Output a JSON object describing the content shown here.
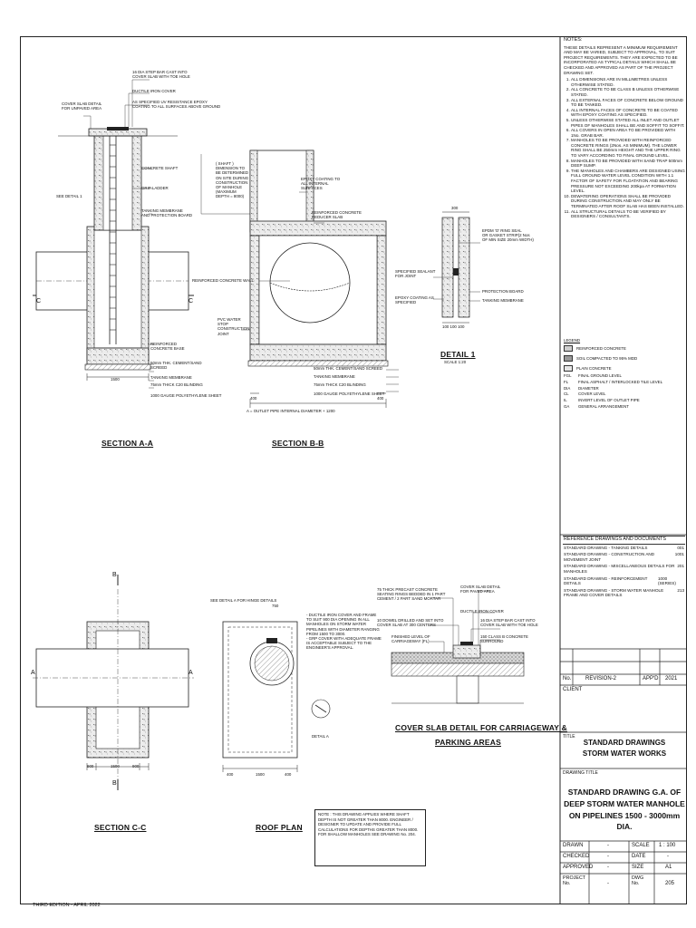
{
  "notes": {
    "header": "NOTES:",
    "intro": "THESE DETAILS REPRESENT A MINIMUM REQUIREMENT AND MAY BE VARIED, SUBJECT TO APPROVAL, TO SUIT PROJECT REQUIREMENTS. THEY ARE EXPECTED TO BE INCORPORATED AS TYPICAL DETAILS WHICH SHALL BE CHECKED AND APPROVED AS PART OF THE PROJECT DRAWING SET.",
    "items": [
      "ALL DIMENSIONS ARE IN MILLIMETRES UNLESS OTHERWISE STATED.",
      "ALL CONCRETE TO BE CLASS B UNLESS OTHERWISE STATED.",
      "ALL EXTERNAL FACES OF CONCRETE BELOW GROUND TO BE TANKED.",
      "ALL INTERNAL FACES OF CONCRETE TO BE COATED WITH EPOXY COATING AS SPECIFIED.",
      "UNLESS OTHERWISE STATED ALL INLET AND OUTLET PIPES OF MANHOLES SHALL BE AND SOFFIT TO SOFFIT.",
      "ALL COVERS IN OPEN AREA TO BE PROVIDED WITH 1No. GRAB BAR.",
      "MANHOLES TO BE PROVIDED WITH REINFORCED CONCRETE RINGS (2Nos. AS MINIMUM). THE LOWER RING SHALL BE 250mm HEIGHT AND THE UPPER RING TO VARY ACCORDING TO FINAL GROUND LEVEL.",
      "MANHOLES TO BE PROVIDED WITH SAND TRAP 500mm DEEP SUMP.",
      "THE MANHOLES AND CHAMBERS ARE DESIGNED USING FULL GROUND WATER LEVEL CONDITION WITH 1.1 FACTOR OF SAFETY FOR FLOATATION AND BEARING PRESSURE NOT EXCEEDING 200kpa AT FORMATION LEVEL.",
      "DEWATERING OPERATIONS SHALL BE PROVIDED DURING CONSTRUCTION AND MAY ONLY BE TERMINATED AFTER ROOF SLAB HAS BEEN INSTALLED.",
      "ALL STRUCTURAL DETAILS TO BE VERIFIED BY DESIGNERS / CONSULTANTS."
    ]
  },
  "legend": {
    "header": "LEGEND",
    "swatches": [
      {
        "label": "REINFORCED CONCRETE",
        "fill": "#cfcfcf"
      },
      {
        "label": "SOIL COMPACTED TO 95% MDD",
        "fill": "#9a9a9a"
      },
      {
        "label": "PLAIN CONCRETE",
        "fill": "#e6e6e6"
      }
    ],
    "abbreviations": [
      {
        "abbr": "FGL",
        "meaning": "FINAL GROUND LEVEL"
      },
      {
        "abbr": "FL",
        "meaning": "FINAL ASPHALT / INTERLOCKED TILE LEVEL"
      },
      {
        "abbr": "DIA",
        "meaning": "DIAMETER"
      },
      {
        "abbr": "CL",
        "meaning": "COVER LEVEL"
      },
      {
        "abbr": "IL",
        "meaning": "INVERT LEVEL OF OUTLET PIPE"
      },
      {
        "abbr": "GA",
        "meaning": "GENERAL ARRANGEMENT"
      }
    ]
  },
  "references": {
    "header": "REFERENCE DRAWINGS AND DOCUMENTS",
    "rows": [
      {
        "label": "STANDARD DRAWING - TANKING DETAILS",
        "ref": "001"
      },
      {
        "label": "STANDARD DRAWING - CONSTRUCTION AND MOVEMENT JOINT",
        "ref": "1001"
      },
      {
        "label": "STANDARD DRAWING - MISCELLANEOUS DETAILS FOR MANHOLES",
        "ref": "201"
      },
      {
        "label": "STANDARD DRAWING - REINFORCEMENT DETAILS",
        "ref": "1000 (SERIES)"
      },
      {
        "label": "STANDARD DRAWING - STORM WATER MANHOLE FRAME AND COVER DETAILS",
        "ref": "213"
      }
    ]
  },
  "revision": {
    "no_label": "No.",
    "rev": "REVISION-2",
    "appd": "APP'D",
    "year": "2021",
    "client_label": "CLIENT"
  },
  "title_block": {
    "title_label": "TITLE",
    "title_line1": "STANDARD DRAWINGS",
    "title_line2": "STORM WATER WORKS",
    "drawing_title_label": "DRAWING TITLE",
    "dt_line1": "STANDARD DRAWING G.A. OF",
    "dt_line2": "DEEP STORM WATER MANHOLE",
    "dt_line3": "ON PIPELINES 1500 - 3000mm DIA.",
    "drawn": "DRAWN",
    "drawn_v": "-",
    "scale": "SCALE",
    "scale_v": "1 : 100",
    "checked": "CHECKED",
    "checked_v": "-",
    "date": "DATE",
    "date_v": "-",
    "approved": "APPROVED",
    "approved_v": "-",
    "size": "SIZE",
    "size_v": "A1",
    "project": "PROJECT No.",
    "project_v": "-",
    "dwg": "DWG No.",
    "dwg_v": "205"
  },
  "views": {
    "section_aa": "SECTION A-A",
    "section_bb": "SECTION B-B",
    "section_cc": "SECTION C-C",
    "roof_plan": "ROOF PLAN",
    "detail1": "DETAIL 1",
    "detail1_scale": "SCALE 1:20",
    "cover_slab": "COVER SLAB DETAIL FOR CARRIAGEWAY &",
    "cover_slab2": "PARKING AREAS",
    "detail_a": "DETAIL A"
  },
  "labels_aa": {
    "l1": "16 DIA STEP BAR CAST INTO\nCOVER SLAB WITH TOE HOLE",
    "l2": "DUCTILE IRON COVER",
    "l3": "AS SPECIFIED UV RESISTANCE EPOXY\nCOATING TO ALL SURFACES ABOVE GROUND",
    "l4": "COVER SLAB DETAIL\nFOR UNPAVED AREA",
    "l5": "CONCRETE SHAFT",
    "l6": "GRIP LADDER",
    "l7": "TANKING MEMBRANE\nAND PROTECTION BOARD",
    "l8": "REINFORCED\nCONCRETE BASE",
    "l9": "50mm THK. CEMENT/SAND\nSCREED",
    "l10": "TANKING MEMBRANE",
    "l11": "75mm THICK C20 BLINDING",
    "l12": "1000 GAUGE POLYETHYLENE SHEET",
    "see_detail": "SEE DETAIL 1",
    "dim1500": "1500",
    "c_left": "C",
    "c_right": "C"
  },
  "labels_bb": {
    "shaft": "( SHAFT )\nDIMENSION TO\nBE DETERMINED\nON SITE DURING\nCONSTRUCTION\nOF MANHOLE\n(MAXIMUM\nDEPTH = 8000)",
    "epoxy": "EPOXY COATING TO\nALL INTERNAL\nSURFACES",
    "reducer": "REINFORCED CONCRETE\nREDUCER SLAB",
    "wall": "REINFORCED CONCRETE WALL",
    "pvc": "PVC WATER\nSTOP\nCONSTRUCTION\nJOINT",
    "s1": "50mm THK. CEMENT/SAND SCREED",
    "s2": "TANKING MEMBRANE",
    "s3": "75mm THICK C20 BLINDING",
    "s4": "1000 GAUGE POLYETHYLENE SHEET",
    "dimA": "A = OUTLET PIPE INTERNAL DIAMETER + 1200",
    "d400a": "400",
    "d400b": "400"
  },
  "labels_detail1": {
    "d300": "300",
    "epdm": "EPDM 'O' RING SEAL\nOR GASKET STRIP(2 Nos\nOF MIN SIZE 20mm WIDTH)",
    "sealant": "SPECIFIED SEALANT\nFOR JOINT",
    "epoxy": "EPOXY COATING AS\nSPECIFIED",
    "protect": "PROTECTION BOARD",
    "tank": "TANKING MEMBRANE",
    "dims": "100 100 100"
  },
  "labels_cc": {
    "b_top": "B",
    "b_bot": "B",
    "a_left": "A",
    "a_right": "A",
    "d900a": "900",
    "d1500": "1500",
    "d900b": "900"
  },
  "labels_roof": {
    "see_a": "SEE DETAIL A FOR HINGE DETAILS",
    "d750": "750",
    "ductile": "- DUCTILE IRON COVER AND FRAME\n  TO SUIT 900 DIA OPENING IN ALL\n  MANHOLES ON STORM WATER\n  PIPELINES WITH DIAMETER RANGING\n  FROM 1500 TO 3000.\n- GRP COVER WITH ADEQUATE FRAME\n  IS ACCEPTABLE SUBJECT TO THE\n  ENGINEER'S APPROVAL.",
    "d400": "400",
    "d1500": "1500",
    "d400b": "400"
  },
  "labels_cover": {
    "c1": "75 THICK PRECAST CONCRETE\nSEATING RINGS BEDDED IN 1 PART\nCEMENT / 2 PART SAND MORTAR",
    "c2": "COVER SLAB DETAIL\nFOR PAVED AREA",
    "c3": "DUCTILE IRON COVER",
    "c4": "10 DOWEL DRILLED AND SET INTO\nCOVER SLAB AT 300 CENTERS",
    "c5": "16 DIA STEP BAR CAST INTO\nCOVER SLAB WITH TOE HOLE",
    "c6": "FINISHED LEVEL OF\nCARRIAGEWAY (FL)",
    "c7": "150 CLASS B CONCRETE\nSURROUND"
  },
  "note_box": "NOTE : THIS DRAWING APPLIES WHERE SHAFT DEPTH IS NOT GREATER THAN 8000. ENGINEER / DESIGNER TO UPDATE AND PROVIDE FULL CALCULATIONS FOR DEPTHS GREATER THAN 8000. FOR SHALLOW MANHOLES SEE DRAWING No. 204.",
  "footer": "THIRD EDITION - APRIL 2022"
}
